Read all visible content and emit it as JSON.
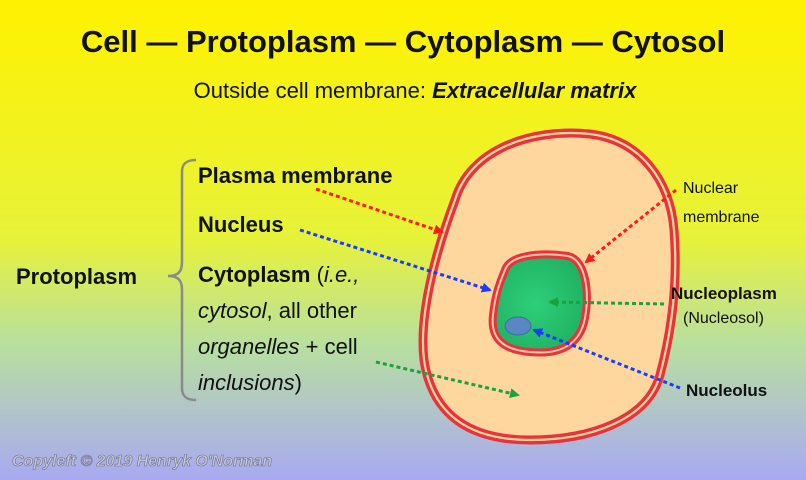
{
  "title": "Cell — Protoplasm — Cytoplasm — Cytosol",
  "subtitle": {
    "prefix": "Outside cell membrane: ",
    "emphasis": "Extracellular matrix"
  },
  "protoplasm_label": "Protoplasm",
  "brace_items": {
    "plasma_membrane": "Plasma membrane",
    "nucleus": "Nucleus",
    "cytoplasm": {
      "line1_bold": "Cytoplasm",
      "line1_open": " (",
      "line1_ie": "i.e.,",
      "line2_italic": "cytosol",
      "line2_rest": ", all other",
      "line3_italic": "organelles",
      "line3_rest": " + cell",
      "line4_italic": "inclusions",
      "line4_close": ")"
    }
  },
  "right_labels": {
    "nuclear_membrane_1": "Nuclear",
    "nuclear_membrane_2": "membrane",
    "nucleoplasm": "Nucleoplasm",
    "nucleosol": "(Nucleosol)",
    "nucleolus": "Nucleolus"
  },
  "copyright": "Copyleft © 2019 Henryk O'Norman",
  "colors": {
    "background_top": "#fff200",
    "background_bottom": "#a9a9f2",
    "cell_fill": "#fdd79d",
    "membrane": "#e8333c",
    "nucleoplasm": "#28c06e",
    "nucleolus": "#5b86c6",
    "arrow_red": "#ff1a1a",
    "arrow_blue": "#1a3cff",
    "arrow_green": "#19a33a",
    "brace": "#8a8a8a"
  },
  "icons": {
    "arrow": "arrow-icon",
    "brace": "curly-brace"
  }
}
